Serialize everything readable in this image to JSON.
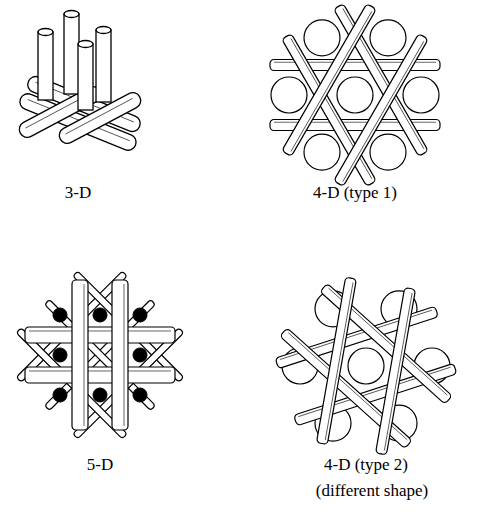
{
  "diagram": {
    "labels": [
      "3-D",
      "4-D (type 1)",
      "5-D",
      "4-D (type 2)",
      "(different shape)"
    ]
  }
}
